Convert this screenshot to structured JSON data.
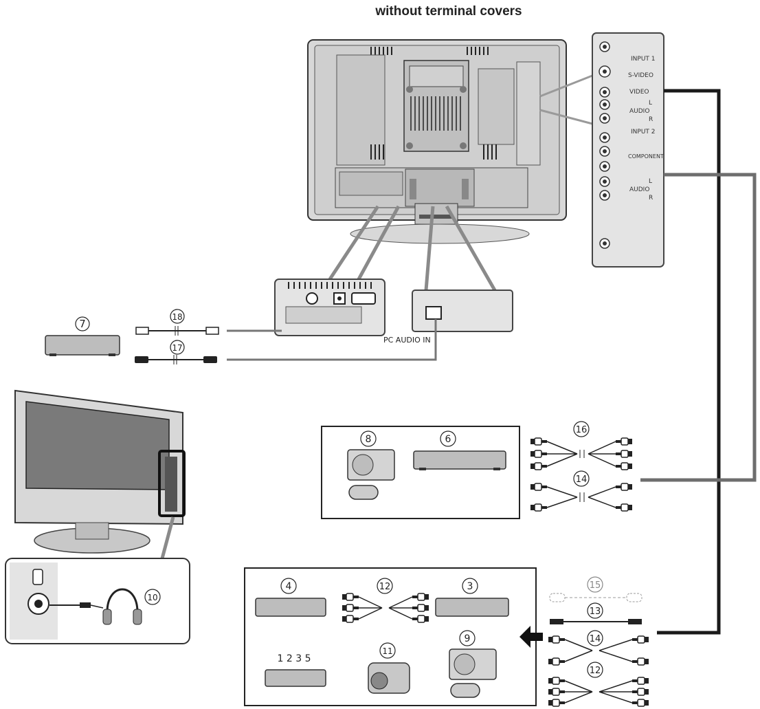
{
  "title": "without terminal covers",
  "labels": {
    "pc_audio_in": "PC AUDIO IN"
  },
  "side_panel": {
    "input1": "INPUT 1",
    "svideo": "S-VIDEO",
    "video": "VIDEO",
    "audio_l1": "L",
    "audio1": "AUDIO",
    "audio_r1": "R",
    "input2": "INPUT 2",
    "component": "COMPONENT",
    "audio_l2": "L",
    "audio2": "AUDIO",
    "audio_r2": "R"
  },
  "devices": {
    "d7": "7",
    "d8": "8",
    "d6": "6",
    "d4": "4",
    "d3": "3",
    "d1235": "1 2 3 5",
    "d9": "9",
    "d11": "11",
    "d10": "10"
  },
  "cables": {
    "c18": "18",
    "c17": "17",
    "c16": "16",
    "c14a": "14",
    "c15": "15",
    "c13": "13",
    "c14b": "14",
    "c12a": "12",
    "c12b": "12"
  },
  "colors": {
    "line_dark": "#1a1a1a",
    "line_gray": "#6e6e6e",
    "panel_fill": "#e4e4e4",
    "device_fill": "#bdbdbd"
  }
}
